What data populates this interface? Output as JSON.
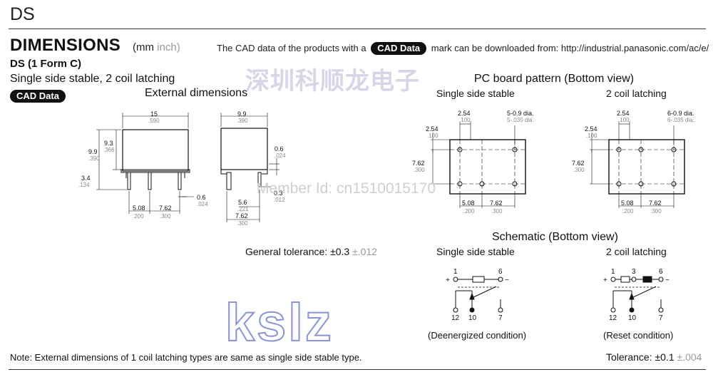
{
  "header": {
    "series": "DS",
    "heading": "DIMENSIONS",
    "units_mm": "(mm",
    "units_inch": "inch)",
    "cad_prefix": "The CAD data of the products with a",
    "cad_badge": "CAD Data",
    "cad_suffix": "mark can be downloaded from: http://industrial.panasonic.com/ac/e/"
  },
  "model": {
    "title": "DS (1 Form C)",
    "subtitle": "Single side stable, 2 coil latching",
    "cad_badge": "CAD Data"
  },
  "watermarks": {
    "company": "深圳科顺龙电子",
    "member": "Member Id: cn1510015170",
    "logo": "kslz"
  },
  "external": {
    "title": "External dimensions",
    "front": {
      "w": "15",
      "w_in": ".590",
      "h_total": "9.9",
      "h_total_in": ".390",
      "h_body": "9.3",
      "h_body_in": ".366",
      "pin_len": "3.4",
      "pin_len_in": ".134",
      "pin_w": "0.6",
      "pin_w_in": ".024",
      "p1": "5.08",
      "p1_in": ".200",
      "p2": "7.62",
      "p2_in": ".300"
    },
    "side": {
      "w": "9.9",
      "w_in": ".390",
      "t1": "0.6",
      "t1_in": ".024",
      "t2": "0.3",
      "t2_in": ".012",
      "off": "5.6",
      "off_in": ".221",
      "pitch": "7.62",
      "pitch_in": ".300"
    },
    "tolerance_label": "General tolerance: ±0.3",
    "tolerance_inch": "±.012"
  },
  "pcb": {
    "title": "PC board pattern (Bottom view)",
    "left": {
      "label": "Single side stable",
      "holes": "5-0.9 dia.",
      "holes_in": "5-.035 dia.",
      "top": "2.54",
      "top_in": ".100",
      "left": "2.54",
      "left_in": ".100",
      "vert": "7.62",
      "vert_in": ".300",
      "b1": "5.08",
      "b1_in": ".200",
      "b2": "7.62",
      "b2_in": ".300"
    },
    "right": {
      "label": "2 coil latching",
      "holes": "6-0.9 dia.",
      "holes_in": "6-.035 dia.",
      "top": "2.54",
      "top_in": ".100",
      "left": "2.54",
      "left_in": ".100",
      "vert": "7.62",
      "vert_in": ".300",
      "b1": "5.08",
      "b1_in": ".200",
      "b2": "7.62",
      "b2_in": ".300"
    }
  },
  "schematic": {
    "title": "Schematic (Bottom view)",
    "left": {
      "label": "Single side stable",
      "pins_top": [
        "1",
        "6"
      ],
      "pins_bottom": [
        "12",
        "10",
        "7"
      ],
      "plus": "+",
      "minus": "−",
      "caption": "(Deenergized condition)"
    },
    "right": {
      "label": "2 coil latching",
      "pins_top": [
        "1",
        "3",
        "6"
      ],
      "pins_bottom": [
        "12",
        "10",
        "7"
      ],
      "plus": "+",
      "minus": "−",
      "caption": "(Reset condition)"
    }
  },
  "footer": {
    "note": "Note: External dimensions of 1 coil latching types are same as single side stable type.",
    "tolerance_label": "Tolerance: ±0.1",
    "tolerance_inch": "±.004"
  }
}
